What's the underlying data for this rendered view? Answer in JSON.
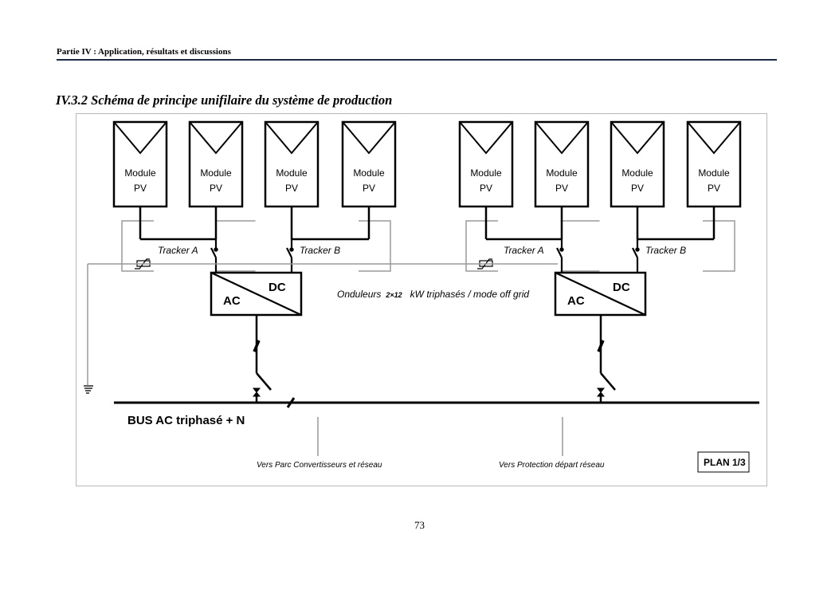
{
  "header": {
    "running_title": "Partie IV : Application, résultats et discussions"
  },
  "section": {
    "title": "IV.3.2  Schéma de principe unifilaire du système de production"
  },
  "diagram": {
    "groups": [
      {
        "modules": [
          {
            "line1": "Module",
            "line2": "PV"
          },
          {
            "line1": "Module",
            "line2": "PV"
          },
          {
            "line1": "Module",
            "line2": "PV"
          },
          {
            "line1": "Module",
            "line2": "PV"
          }
        ],
        "tracker_a": "Tracker A",
        "tracker_b": "Tracker B",
        "inverter": {
          "dc": "DC",
          "ac": "AC"
        }
      },
      {
        "modules": [
          {
            "line1": "Module",
            "line2": "PV"
          },
          {
            "line1": "Module",
            "line2": "PV"
          },
          {
            "line1": "Module",
            "line2": "PV"
          },
          {
            "line1": "Module",
            "line2": "PV"
          }
        ],
        "tracker_a": "Tracker A",
        "tracker_b": "Tracker B",
        "inverter": {
          "dc": "DC",
          "ac": "AC"
        }
      }
    ],
    "inverter_caption": {
      "prefix": "Onduleurs",
      "small": "2×12",
      "suffix": "kW triphasés / mode off grid"
    },
    "bus_label": "BUS AC triphasé + N",
    "outputs": [
      "Vers Parc Convertisseurs et réseau",
      "Vers Protection départ réseau"
    ],
    "plan_label": "PLAN 1/3",
    "colors": {
      "line": "#000000",
      "protection": "#9a9a9a",
      "frame": "#b8b8b8"
    }
  },
  "footer": {
    "page_number": "73"
  }
}
